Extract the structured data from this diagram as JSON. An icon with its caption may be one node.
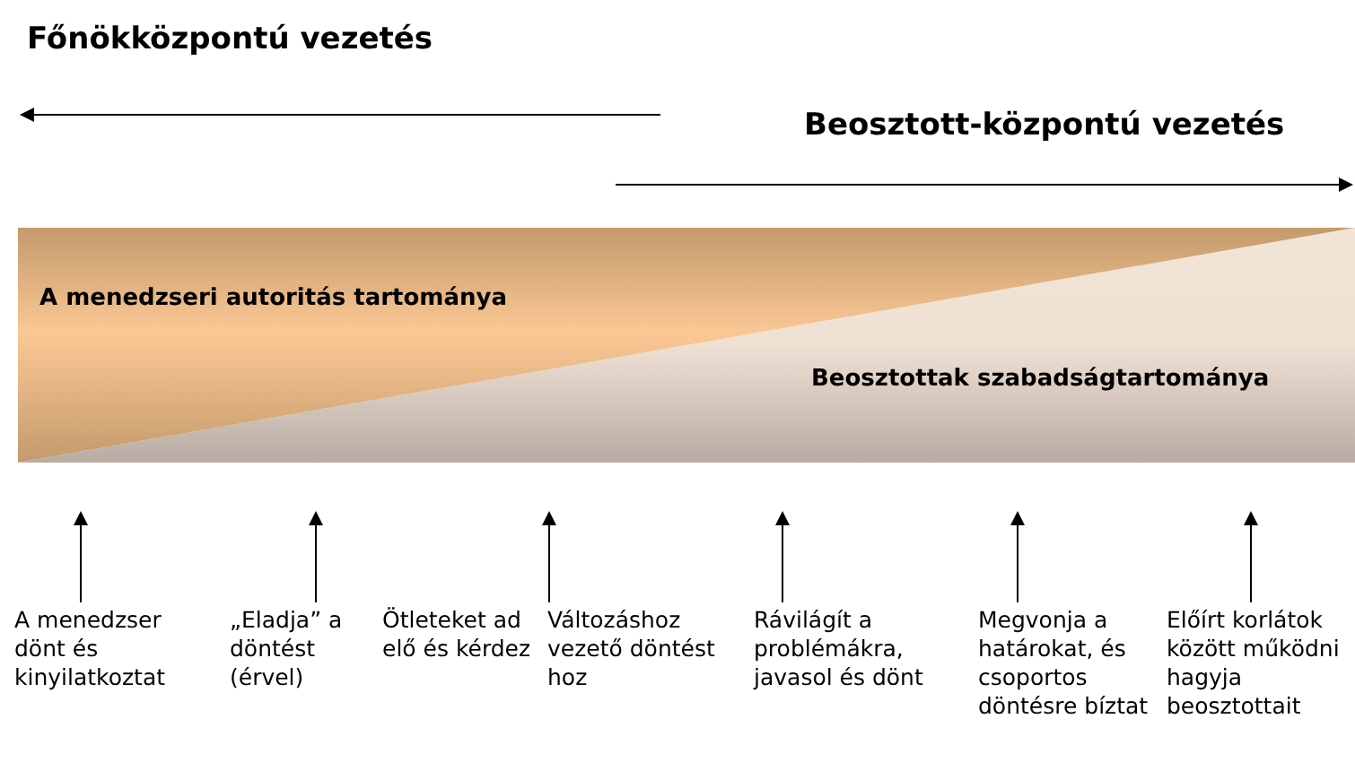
{
  "diagram": {
    "nodes": [
      {
        "text": [
          "A menedzseri autoritás tartománya"
        ]
      },
      {
        "text": [
          "Beosztottak szabadságtartománya"
        ]
      },
      {
        "text": [
          "A menedzser dönt és kinyilatkoztat"
        ]
      },
      {
        "text": [
          "„Eladja” a döntést (érvel)"
        ]
      },
      {
        "text": [
          "Ötleteket ad elő és kérdez"
        ]
      },
      {
        "text": [
          "Változáshoz vezető döntést hoz"
        ]
      },
      {
        "text": [
          "Rávilágít a problémákra, javasol és dönt"
        ]
      },
      {
        "text": [
          "Megvonja a határokat, és csoportos döntésre bíztat"
        ]
      },
      {
        "text": [
          "Előírt korlátok között működni hagyja beosztottait"
        ]
      }
    ],
    "edges": [
      {
        "from": 2,
        "to": null,
        "arrow": "to"
      },
      {
        "from": 3,
        "to": null,
        "arrow": "to"
      },
      {
        "from": 5,
        "to": null,
        "arrow": "to"
      },
      {
        "from": 6,
        "to": null,
        "arrow": "to"
      },
      {
        "from": 7,
        "to": null,
        "arrow": "to"
      },
      {
        "from": 8,
        "to": null,
        "arrow": "to"
      }
    ],
    "labels": [
      "Főnökközpontú vezetés",
      "Beosztott-központú vezetés"
    ]
  }
}
